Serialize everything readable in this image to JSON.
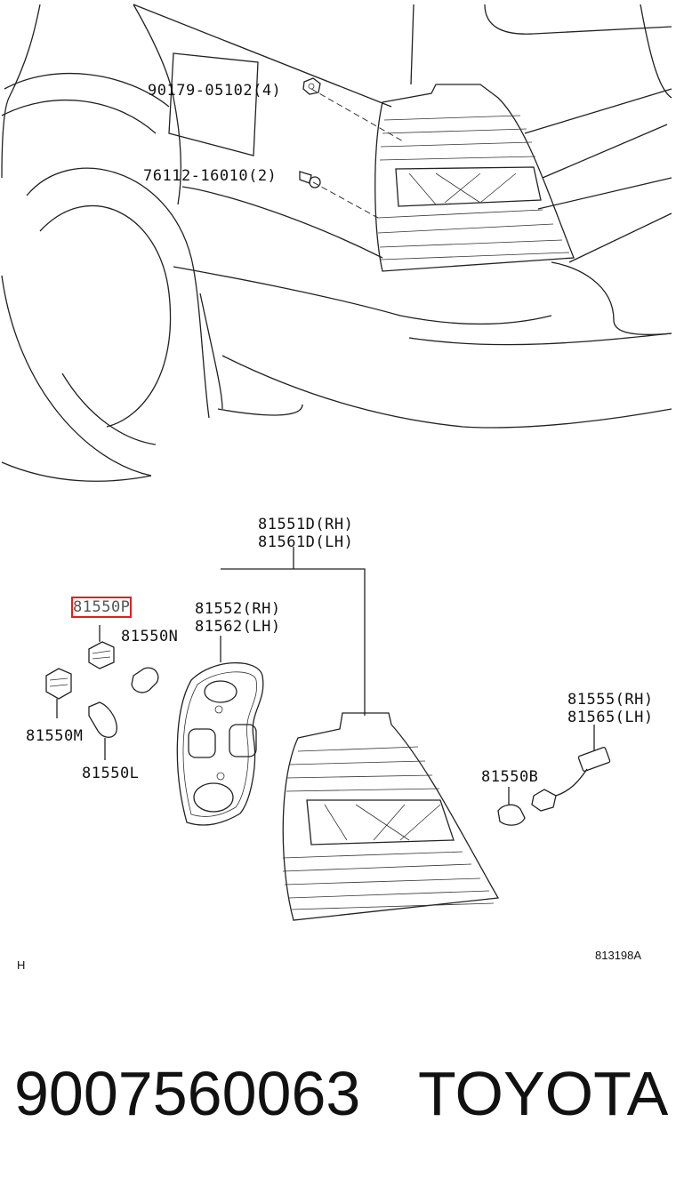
{
  "diagram": {
    "callouts": {
      "bolt_90179": "90179-05102(4)",
      "clip_76112": "76112-16010(2)",
      "lamp_assy_rh": "81551D(RH)",
      "lamp_assy_lh": "81561D(LH)",
      "socket_p": "81550P",
      "gasket_rh": "81552(RH)",
      "gasket_lh": "81562(LH)",
      "bulb_n": "81550N",
      "socket_m": "81550M",
      "bulb_l": "81550L",
      "wire_rh": "81555(RH)",
      "wire_lh": "81565(LH)",
      "bulb_b": "81550B"
    },
    "figure_code": "813198A",
    "corner_mark": "H"
  },
  "footer": {
    "part_number": "9007560063",
    "brand": "TOYOTA"
  },
  "highlight_color": "#e02020"
}
